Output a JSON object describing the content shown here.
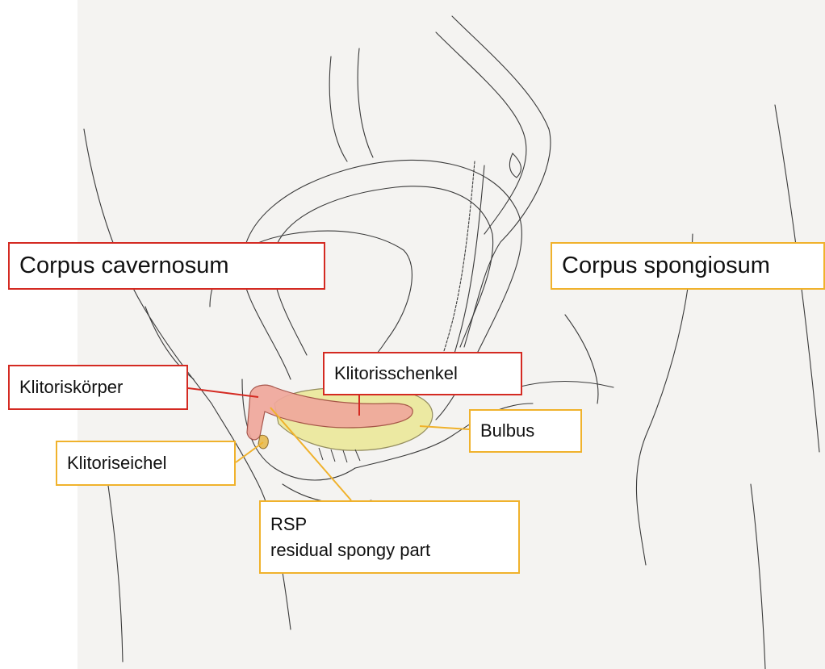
{
  "labels": {
    "corpus_cavernosum": "Corpus cavernosum",
    "corpus_spongiosum": "Corpus spongiosum",
    "klitoriskoerper": "Klitoriskörper",
    "klitorisschenkel": "Klitorisschenkel",
    "bulbus": "Bulbus",
    "klitoriseichel": "Klitoriseichel",
    "rsp_title": "RSP",
    "rsp_subtitle": "residual spongy part"
  },
  "colors": {
    "cavernosum_border": "#d42a22",
    "spongiosum_border": "#f0b22c",
    "pencil": "#3a3a3a",
    "paper": "#f4f3f1",
    "erectile_fill": "#f0a89c",
    "spongy_fill": "#ece89a"
  }
}
